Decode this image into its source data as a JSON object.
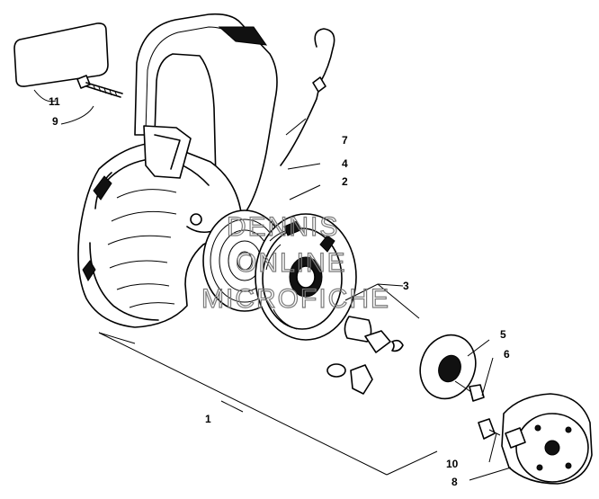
{
  "callouts": {
    "n1": "1",
    "n2": "2",
    "n3": "3",
    "n4": "4",
    "n5": "5",
    "n6": "6",
    "n7": "7",
    "n8": "8",
    "n9": "9",
    "n10": "10",
    "n11": "11"
  },
  "watermark": {
    "line1": "DENNIS",
    "line2": "ONLINE",
    "line3": "MICROFICHE"
  }
}
